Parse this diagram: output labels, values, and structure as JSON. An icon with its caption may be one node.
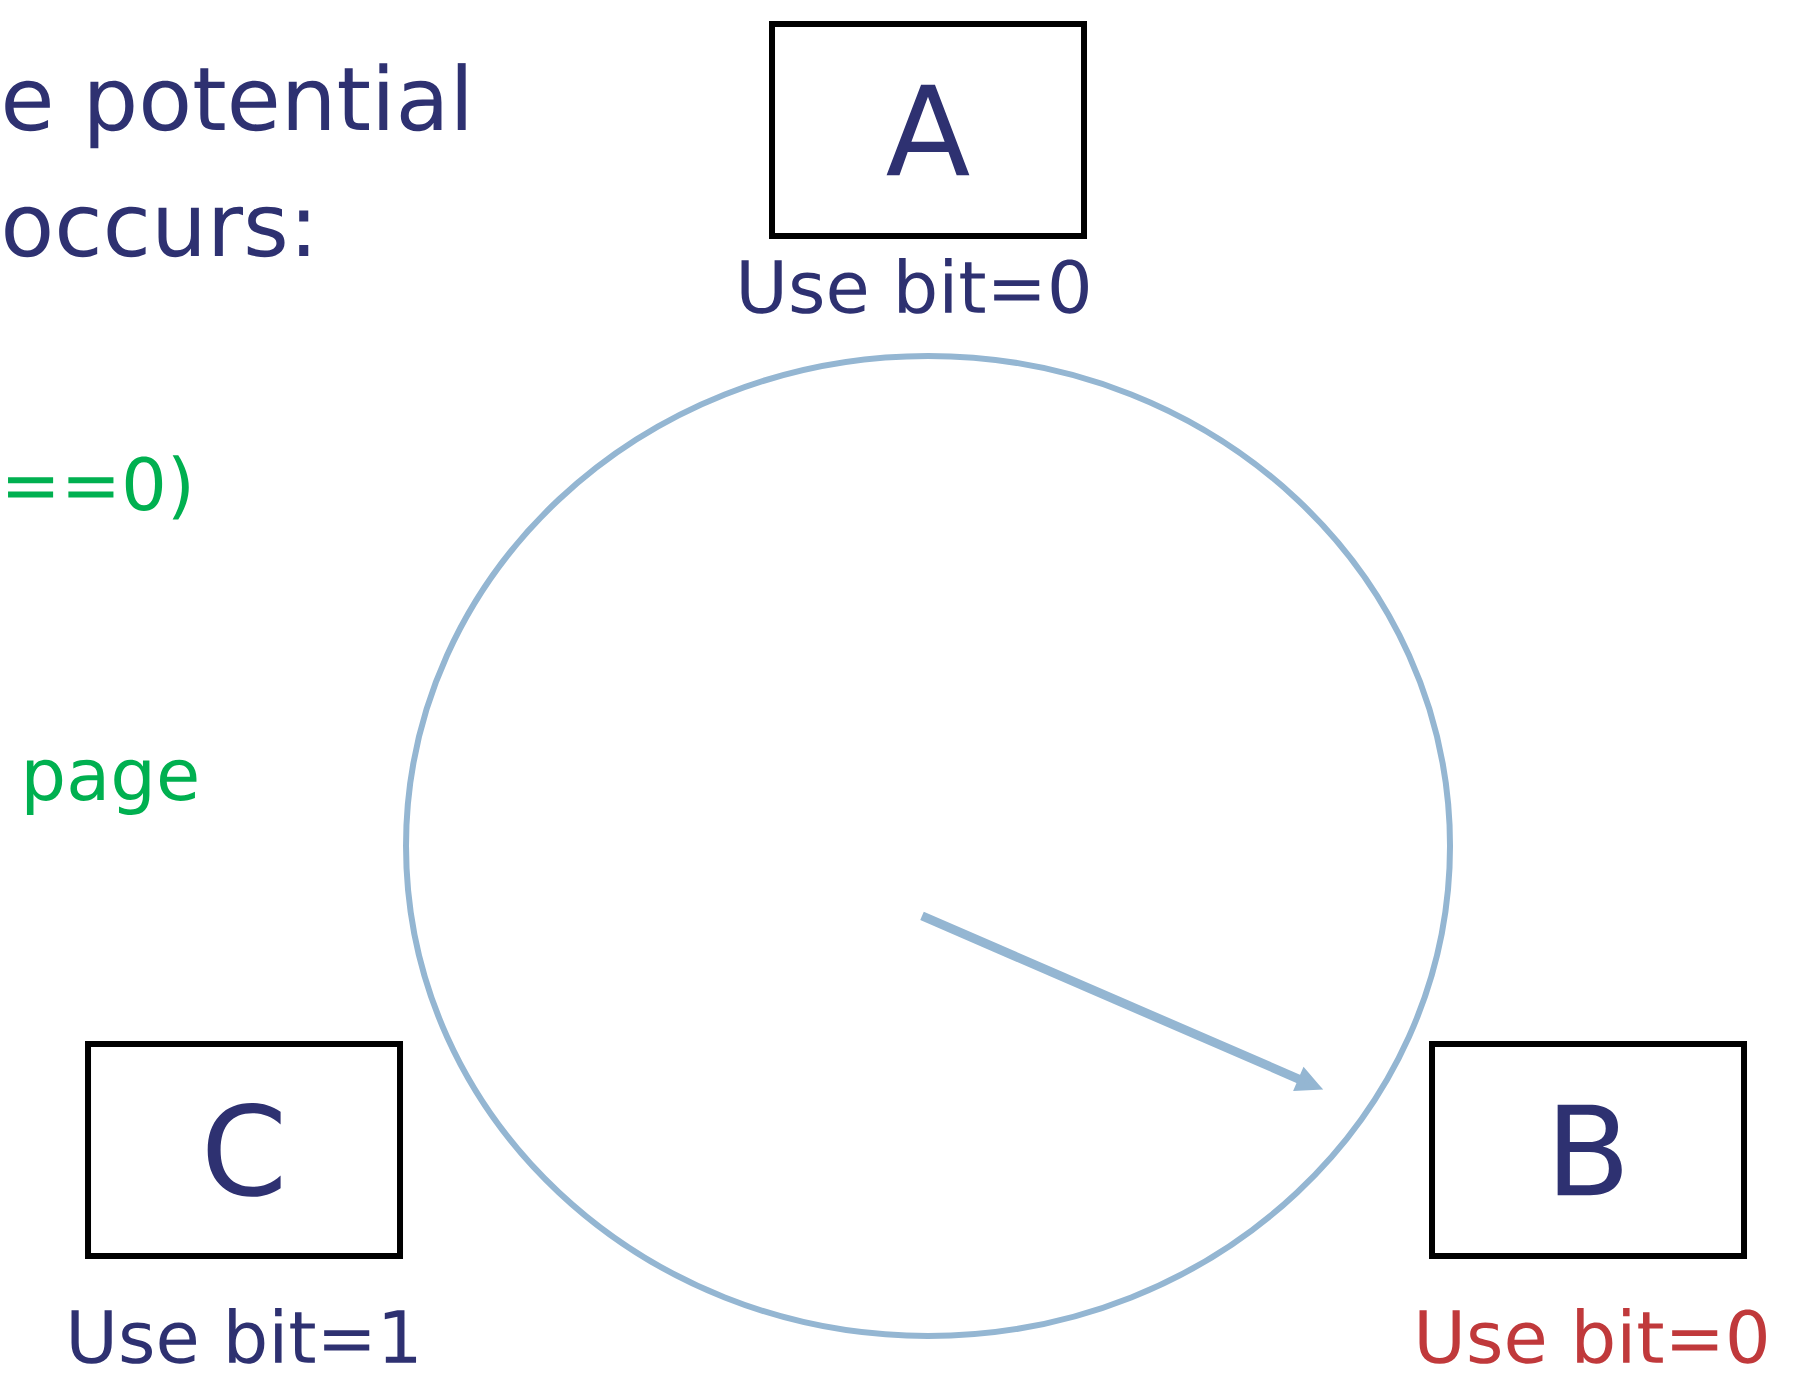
{
  "diagram": {
    "nodes": [
      {
        "text": [
          "A",
          "Use bit=0"
        ]
      },
      {
        "text": [],
        "shape": "circle"
      },
      {
        "text": [
          "C",
          "Use bit=1"
        ]
      },
      {
        "text": [
          "B",
          "Use bit=0"
        ]
      }
    ],
    "labels": [
      "e potential",
      "occurs:",
      "==0)",
      "page"
    ]
  }
}
